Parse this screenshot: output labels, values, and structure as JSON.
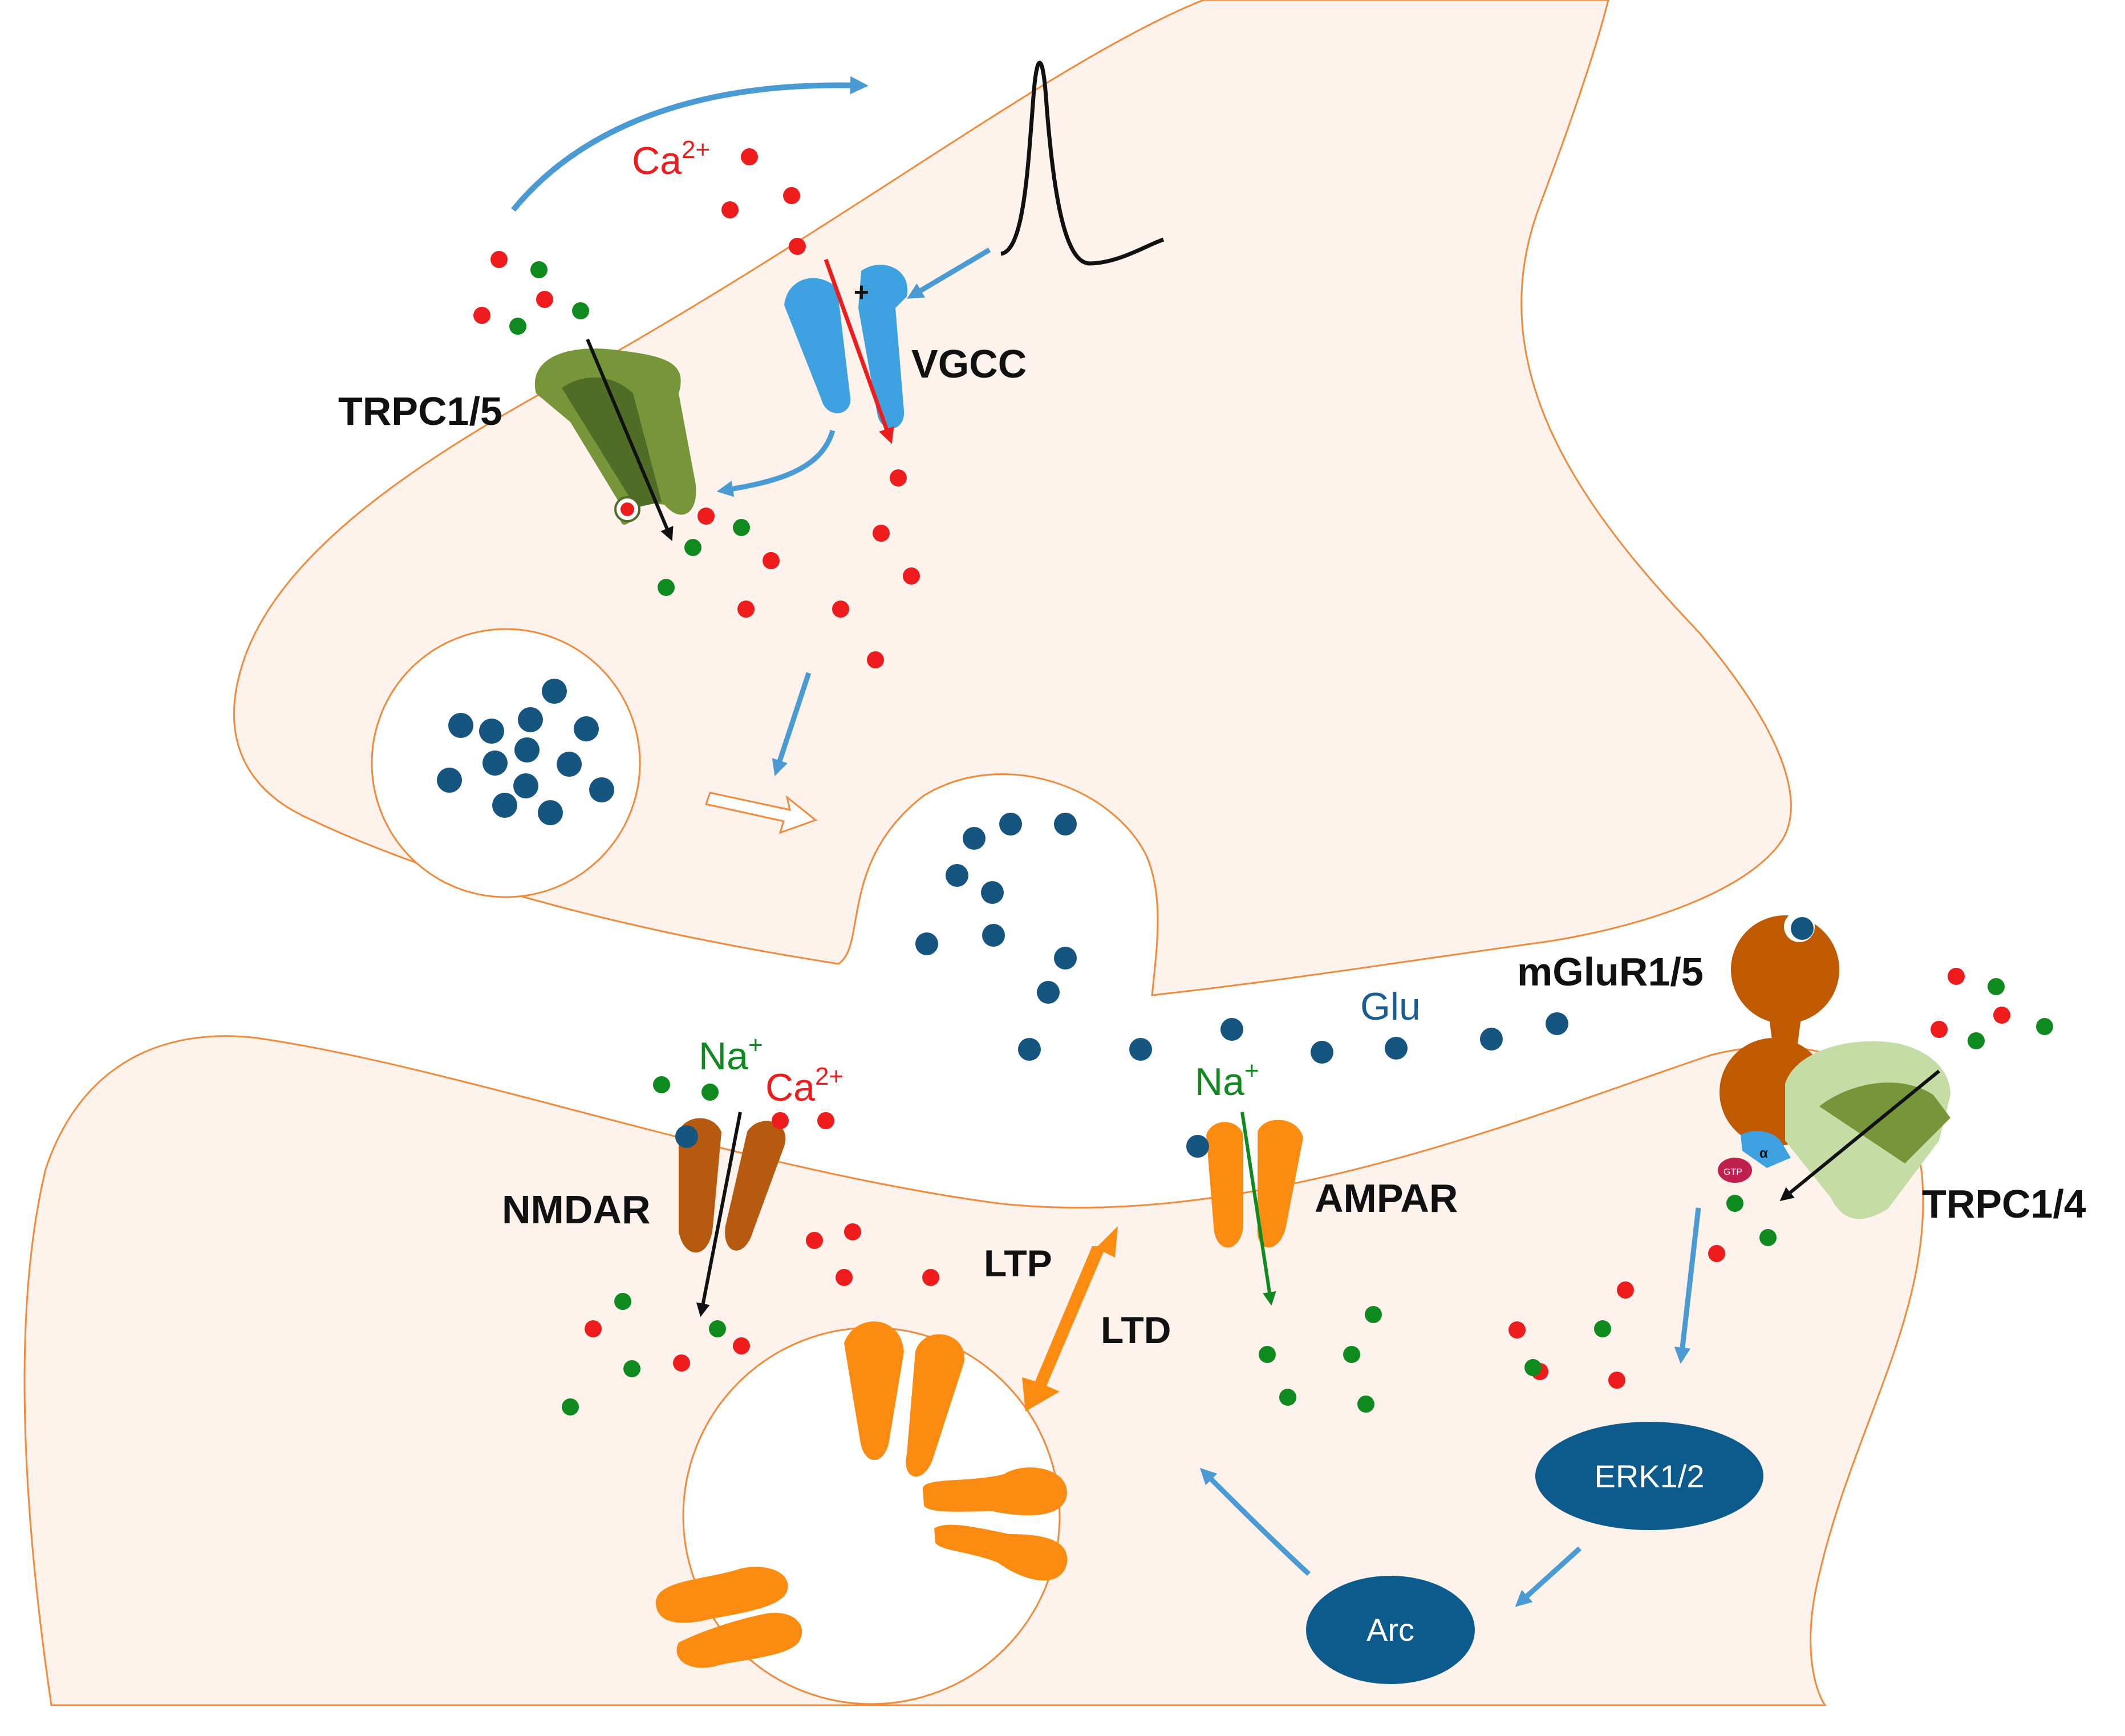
{
  "labels": {
    "ca_top": "Ca",
    "ca_sup": "2+",
    "trpc15": "TRPC1/5",
    "vgcc": "VGCC",
    "plus": "+",
    "mglur": "mGluR1/5",
    "glu": "Glu",
    "na_left": "Na",
    "na_sup": "+",
    "ca_left": "Ca",
    "ca_left_sup": "2+",
    "nmdar": "NMDAR",
    "na_mid": "Na",
    "na_mid_sup": "+",
    "ampar": "AMPAR",
    "ltp": "LTP",
    "ltd": "LTD",
    "trpc14": "TRPC1/4",
    "erk": "ERK1/2",
    "arc": "Arc",
    "gtp": "GTP",
    "alpha": "α"
  },
  "colors": {
    "membrane": "#f08a3c",
    "cytoplasm": "#fdf3ec",
    "calcium": "#ee1c1c",
    "sodium": "#0e8a1e",
    "glutamate": "#15557f",
    "arrow_blue": "#4a9bd4",
    "trpc_green": "#77963a",
    "trpc_light": "#c5dca5",
    "vgcc_blue": "#3ea1e0",
    "nmdar_brown": "#b55a0e",
    "ampar_orange": "#fb8b11",
    "mglur_brown": "#c05a02",
    "erk_blue": "#0c5b8c",
    "label_blue": "#1a5d94"
  }
}
